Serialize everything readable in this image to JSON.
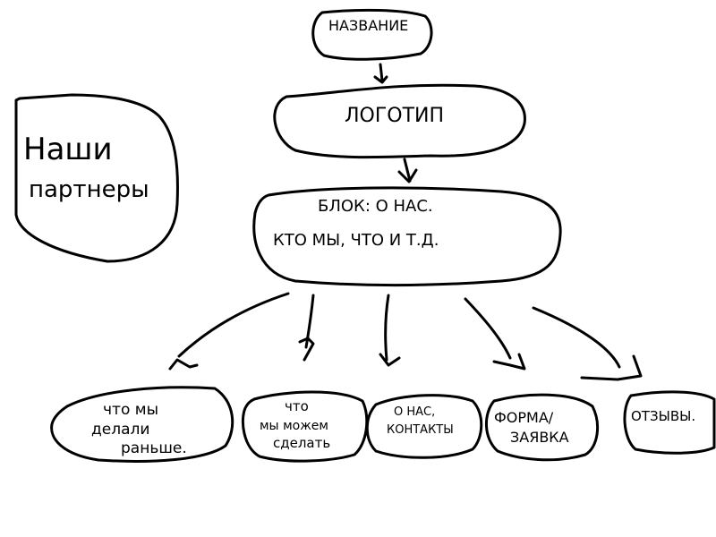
{
  "diagram": {
    "partners": {
      "lines": [
        "Наши",
        "партнеры"
      ]
    },
    "title_node": {
      "label": "НАЗВАНИЕ"
    },
    "logo_node": {
      "label": "ЛОГОТИП"
    },
    "about_block": {
      "line1": "БЛОК: О НАС.",
      "line2": "КТО МЫ, ЧТО И Т.Д."
    },
    "children": [
      {
        "lines": [
          "что мы",
          "делали",
          "раньше."
        ]
      },
      {
        "lines": [
          "что",
          "мы можем",
          "сделать"
        ]
      },
      {
        "lines": [
          "О НАС,",
          "КОНТАКТЫ"
        ]
      },
      {
        "lines": [
          "ФОРМА/",
          "ЗАЯВКА"
        ]
      },
      {
        "lines": [
          "ОТЗЫВЫ."
        ]
      }
    ]
  }
}
